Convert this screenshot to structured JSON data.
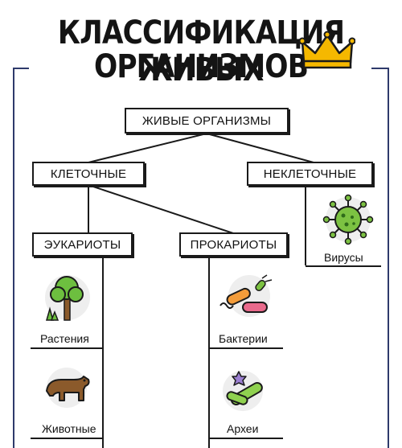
{
  "title": {
    "line1": "КЛАССИФИКАЦИЯ ЖИВЫХ",
    "line2": "ОРГАНИЗМОВ"
  },
  "nodes": {
    "root": "ЖИВЫЕ ОРГАНИЗМЫ",
    "cellular": "КЛЕТОЧНЫЕ",
    "noncellular": "НЕКЛЕТОЧНЫЕ",
    "eukaryotes": "ЭУКАРИОТЫ",
    "prokaryotes": "ПРОКАРИОТЫ"
  },
  "leaves": {
    "viruses": "Вирусы",
    "plants": "Растения",
    "bacteria": "Бактерии",
    "animals": "Животные",
    "archaea": "Археи"
  },
  "icons": [
    "crown-icon",
    "virus-icon",
    "tree-icon",
    "bacteria-icon",
    "bear-icon",
    "archaea-icon"
  ],
  "colors": {
    "frame": "#2e3a6b",
    "crown": "#f5b800",
    "virus": "#7cc242",
    "tree_foliage": "#6dbf3f",
    "bacteria_orange": "#f39c3a",
    "bacteria_pink": "#e96a8c",
    "bear": "#8b5a2b",
    "archaea_green": "#8fd14f",
    "archaea_purple": "#9b7fd1"
  }
}
